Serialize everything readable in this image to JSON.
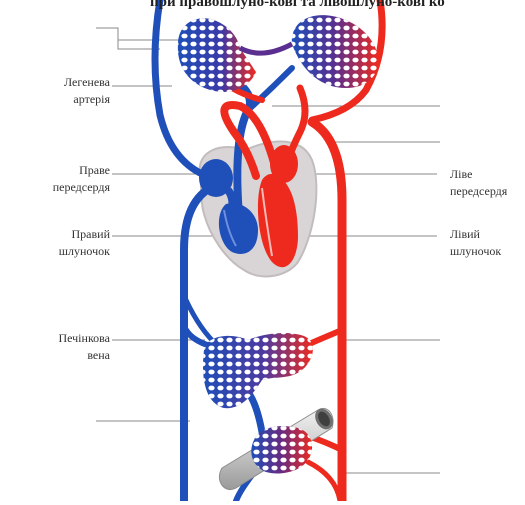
{
  "title_fragment": "при правошлуно-кові та лівошлуно-кові ко",
  "labels": {
    "pulmonary_artery": [
      "Легенева",
      "артерія"
    ],
    "right_atrium": [
      "Праве",
      "передсердя"
    ],
    "right_ventricle": [
      "Правий",
      "шлуночок"
    ],
    "hepatic_vein": [
      "Печінкова",
      "вена"
    ],
    "left_atrium": [
      "Ліве",
      "передсердя"
    ],
    "left_ventricle": [
      "Лівий",
      "шлуночок"
    ]
  },
  "colors": {
    "venous": "#1f4fb8",
    "arterial": "#ee2a1f",
    "leader_line": "#8a8a8a",
    "pericardium": "#d9d4d6",
    "intestine": "#d8d8d8"
  },
  "icons": [
    "heart",
    "lung-capillaries",
    "liver-capillaries",
    "intestine-capillaries"
  ]
}
